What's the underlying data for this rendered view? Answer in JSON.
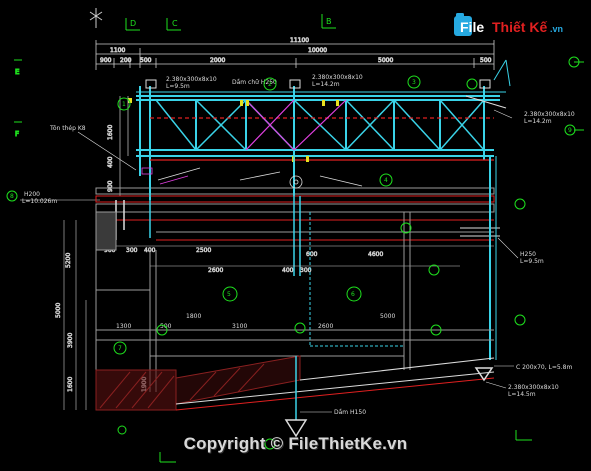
{
  "drawing": {
    "top_grid_labels": [
      "D",
      "C",
      "B"
    ],
    "dims_top": {
      "overall": "11100",
      "left": "1100",
      "right": "10000",
      "row2": [
        "900",
        "200",
        "500",
        "2000",
        "5000",
        "500"
      ]
    },
    "beam_labels": {
      "b1_name": "2.380x300x8x10",
      "b1_len": "L=9.5m",
      "b2_name": "Dầm chữ H250",
      "b3_name": "2.380x300x8x10",
      "b3_len": "L=14.2m",
      "b4_name": "2.380x300x8x10",
      "b4_len": "L=14.2m"
    },
    "left_notes": {
      "tie": "Tôn thép K8",
      "h200_name": "H200",
      "h200_len": "L=10.026m"
    },
    "heights_left": [
      "1600",
      "400",
      "900"
    ],
    "mid_dims": [
      "900",
      "300",
      "400",
      "2500",
      "2600",
      "400",
      "600",
      "4600",
      "300"
    ],
    "vert_dims_left": [
      "5200",
      "5000",
      "3900",
      "1600",
      "1900"
    ],
    "lower_dims": [
      "1300",
      "500",
      "1800",
      "3100",
      "2600",
      "5000"
    ],
    "right_notes": {
      "h250_name": "H250",
      "h250_len": "L=9.5m",
      "c200_note": "C 200x70, L=5.8m",
      "bot_name": "2.380x300x8x10",
      "bot_len": "L=14.5m"
    },
    "bottom_note": "Dầm H150",
    "bubbles": [
      "1",
      "2",
      "3",
      "4",
      "5",
      "6",
      "7",
      "8",
      "9"
    ]
  },
  "logo": {
    "part1": "File",
    "part2": "Thiết Kế",
    "domain": ".vn"
  },
  "copyright": "Copyright © FileThietKe.vn",
  "colors": {
    "cyan": "#3ad3e8",
    "red": "#e02020",
    "white": "#ffffff",
    "green": "#1ee01e",
    "yellow": "#e8e020",
    "magenta": "#e040e0",
    "brown": "#8a2020"
  }
}
